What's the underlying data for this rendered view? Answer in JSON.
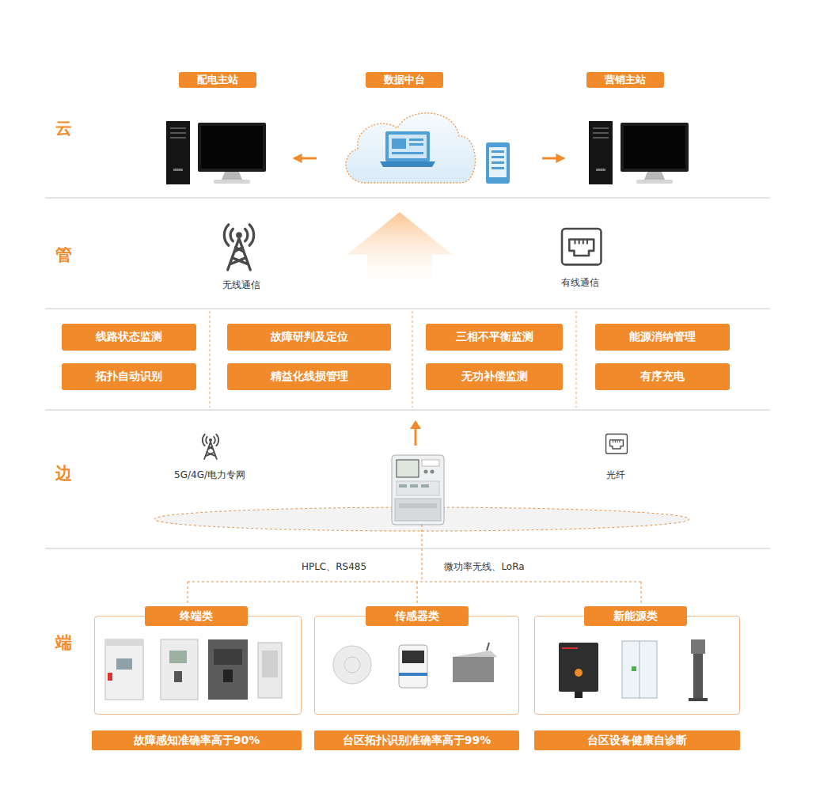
{
  "diagram": {
    "nodes": [
      {
        "text": [
          "配电主站"
        ]
      },
      {
        "text": [
          "数据中台"
        ]
      },
      {
        "text": [
          "营销主站"
        ]
      },
      {
        "text": [
          "线路状态监测"
        ]
      },
      {
        "text": [
          "故障研判及定位"
        ]
      },
      {
        "text": [
          "三相不平衡监测"
        ]
      },
      {
        "text": [
          "能源消纳管理"
        ]
      },
      {
        "text": [
          "拓扑自动识别"
        ]
      },
      {
        "text": [
          "精益化线损管理"
        ]
      },
      {
        "text": [
          "无功补偿监测"
        ]
      },
      {
        "text": [
          "有序充电"
        ]
      },
      {
        "text": [
          "终端类"
        ]
      },
      {
        "text": [
          "传感器类"
        ]
      },
      {
        "text": [
          "新能源类"
        ]
      },
      {
        "text": [
          "故障感知准确率高于90%"
        ]
      },
      {
        "text": [
          "台区拓扑识别准确率高于99%"
        ]
      },
      {
        "text": [
          "台区设备健康自诊断"
        ]
      }
    ],
    "edges": [
      {
        "from": 1,
        "to": 0,
        "arrow": "to"
      },
      {
        "from": 1,
        "to": 2,
        "arrow": "to"
      }
    ],
    "labels": [
      "云",
      "管",
      "无线通信",
      "有线通信",
      "边",
      "5G/4G/电力专网",
      "光纤",
      "HPLC、RS485",
      "微功率无线、LoRa",
      "端"
    ]
  }
}
